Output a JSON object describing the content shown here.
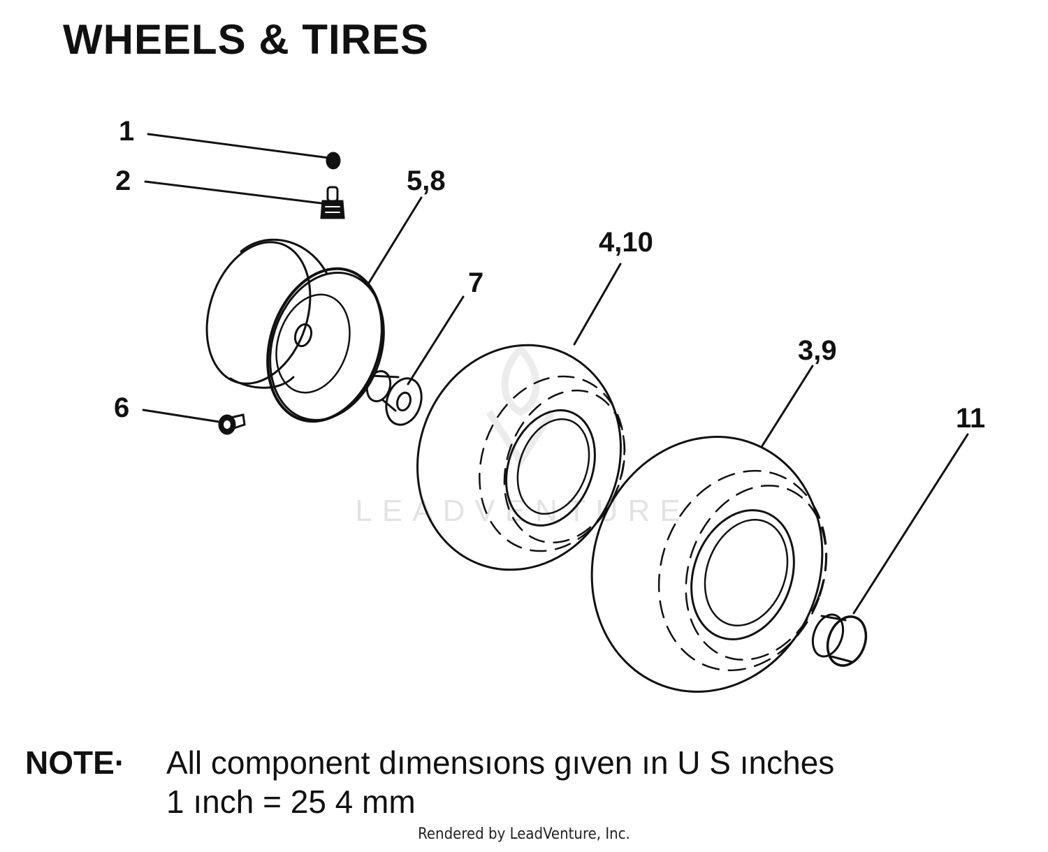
{
  "title": "WHEELS & TIRES",
  "callouts": {
    "c1": "1",
    "c2": "2",
    "c58": "5,8",
    "c410": "4,10",
    "c7": "7",
    "c39": "3,9",
    "c6": "6",
    "c11": "11"
  },
  "watermark": "LEADVENTURE",
  "note": {
    "label": "NOTE·",
    "line1": "All component dımensıons gıven ın U S  ınches",
    "line2": "1 ınch = 25 4 mm"
  },
  "footer": "Rendered by LeadVenture, Inc."
}
